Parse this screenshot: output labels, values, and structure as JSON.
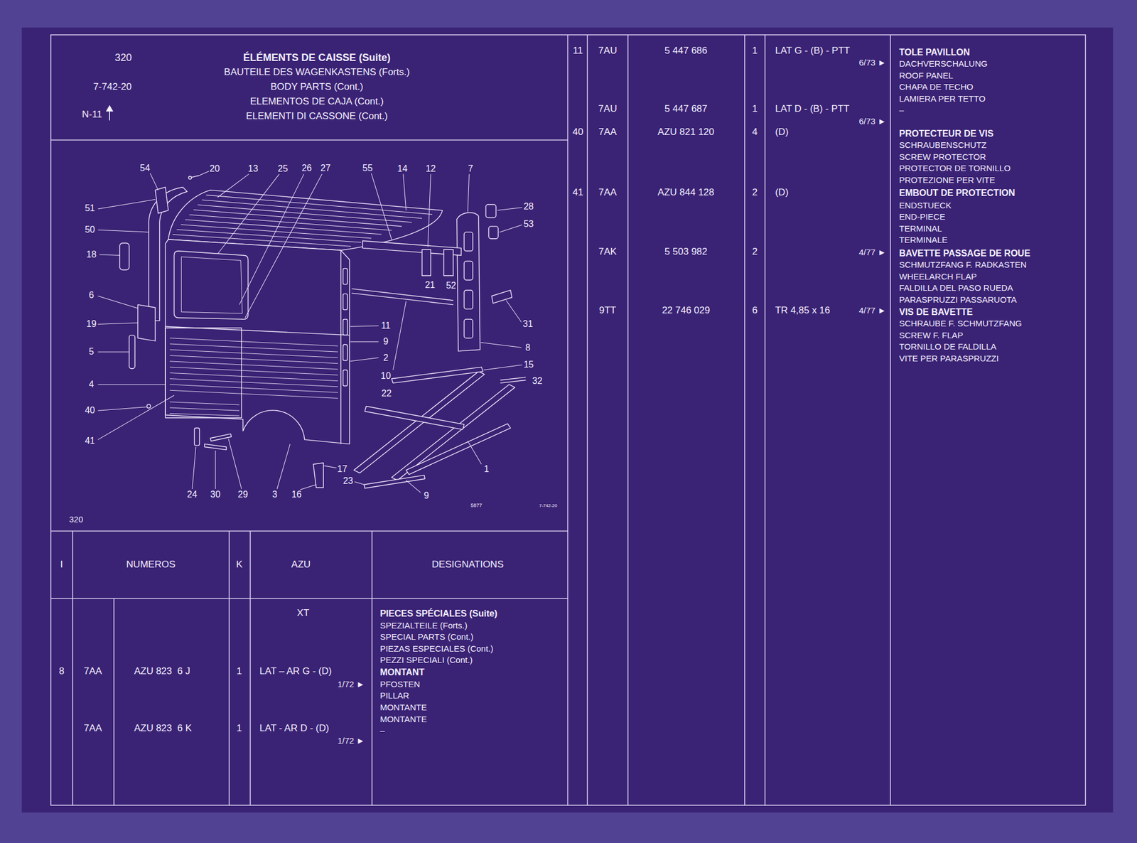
{
  "diagram": {
    "title": "ÉLÉMENTS DE CAISSE (Suite)",
    "nodes": [
      {
        "text": [
          "320",
          "7-742-20",
          "N-11",
          "BAUTEILE DES WAGENKASTENS (Forts.)",
          "BODY PARTS (Cont.)",
          "ELEMENTOS DE CAJA (Cont.)",
          "ELEMENTI DI CASSONE (Cont.)"
        ]
      }
    ],
    "labels": [
      "54",
      "20",
      "13",
      "25",
      "26",
      "27",
      "55",
      "14",
      "12",
      "7",
      "28",
      "53",
      "51",
      "50",
      "18",
      "6",
      "19",
      "5",
      "4",
      "40",
      "41",
      "11",
      "9",
      "2",
      "10",
      "21",
      "52",
      "31",
      "8",
      "15",
      "32",
      "22",
      "1",
      "9",
      "17",
      "23",
      "24",
      "30",
      "29",
      "3",
      "16",
      "5877",
      "7-742-20",
      "320",
      "I",
      "NUMEROS",
      "K",
      "AZU",
      "DESIGNATIONS",
      "XT",
      "PIECES SPÉCIALES (Suite)",
      "SPEZIALTEILE (Forts.)",
      "SPECIAL PARTS (Cont.)",
      "PIEZAS ESPECIALES (Cont.)",
      "PEZZI SPECIALI (Cont.)",
      "MONTANT",
      "PFOSTEN",
      "PILLAR",
      "MONTANTE",
      "MONTANTE",
      "–",
      "8",
      "7AA",
      "AZU 823  6 J",
      "1",
      "LAT – AR G - (D)",
      "1/72 ►",
      "7AA",
      "AZU 823  6 K",
      "1",
      "LAT - AR D - (D)",
      "1/72 ►",
      "11",
      "7AU",
      "5 447 686",
      "1",
      "LAT G - (B) - PTT",
      "6/73 ►",
      "TOLE PAVILLON",
      "DACHVERSCHALUNG",
      "ROOF PANEL",
      "CHAPA DE TECHO",
      "LAMIERA PER TETTO",
      "–",
      "7AU",
      "5 447 687",
      "1",
      "LAT D - (B) - PTT",
      "6/73 ►",
      "40",
      "7AA",
      "AZU 821 120",
      "4",
      "(D)",
      "PROTECTEUR DE VIS",
      "SCHRAUBENSCHUTZ",
      "SCREW PROTECTOR",
      "PROTECTOR DE TORNILLO",
      "PROTEZIONE PER VITE",
      "41",
      "7AA",
      "AZU 844 128",
      "2",
      "(D)",
      "EMBOUT DE PROTECTION",
      "ENDSTUECK",
      "END-PIECE",
      "TERMINAL",
      "TERMINALE",
      "7AK",
      "5 503 982",
      "2",
      "4/77 ►",
      "BAVETTE PASSAGE DE ROUE",
      "SCHMUTZFANG F. RADKASTEN",
      "WHEELARCH FLAP",
      "FALDILLA DEL PASO RUEDA",
      "PARASPRUZZI PASSARUOTA",
      "9TT",
      "22 746 029",
      "6",
      "TR 4,85 x 16",
      "4/77 ►",
      "VIS DE BAVETTE",
      "SCHRAUBE F. SCHMUTZFANG",
      "SCREW F. FLAP",
      "TORNILLO DE FALDILLA",
      "VITE PER PARASPRUZZI"
    ]
  }
}
